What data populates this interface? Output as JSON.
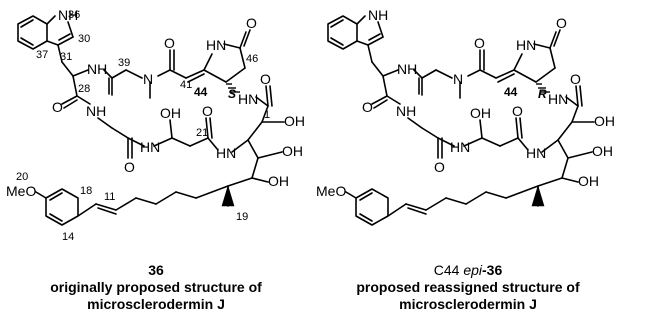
{
  "structures": [
    {
      "compound_id": "36",
      "caption_line1": "originally proposed structure of",
      "caption_line2": "microsclerodermin J",
      "stereo_label": "S",
      "locants": [
        "36",
        "30",
        "31",
        "37",
        "28",
        "39",
        "41",
        "44",
        "46",
        "1",
        "21",
        "20",
        "18",
        "11",
        "14",
        "19"
      ]
    },
    {
      "compound_prefix": "C44 ",
      "compound_epi": "epi",
      "compound_suffix": "-36",
      "caption_line1": "proposed reassigned structure of",
      "caption_line2": "microsclerodermin J",
      "stereo_label": "R",
      "locants": [
        "44"
      ]
    }
  ],
  "atoms": {
    "NH": "NH",
    "N": "N",
    "HN": "HN",
    "O": "O",
    "OH": "OH",
    "MeO": "MeO"
  }
}
